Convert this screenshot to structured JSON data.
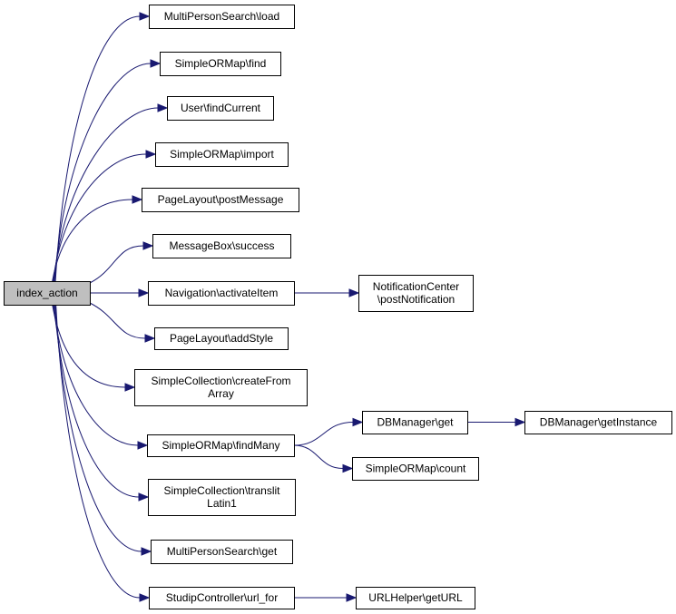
{
  "nodes": [
    {
      "id": "index_action",
      "lines": [
        "index_action"
      ],
      "root": true
    },
    {
      "id": "mps_load",
      "lines": [
        "MultiPersonSearch\\load"
      ]
    },
    {
      "id": "som_find",
      "lines": [
        "SimpleORMap\\find"
      ]
    },
    {
      "id": "user_findcurrent",
      "lines": [
        "User\\findCurrent"
      ]
    },
    {
      "id": "som_import",
      "lines": [
        "SimpleORMap\\import"
      ]
    },
    {
      "id": "pl_postmessage",
      "lines": [
        "PageLayout\\postMessage"
      ]
    },
    {
      "id": "mb_success",
      "lines": [
        "MessageBox\\success"
      ]
    },
    {
      "id": "nav_activateitem",
      "lines": [
        "Navigation\\activateItem"
      ]
    },
    {
      "id": "nc_postnotification",
      "lines": [
        "NotificationCenter",
        "\\postNotification"
      ]
    },
    {
      "id": "pl_addstyle",
      "lines": [
        "PageLayout\\addStyle"
      ]
    },
    {
      "id": "sc_createfromarray",
      "lines": [
        "SimpleCollection\\createFrom",
        "Array"
      ]
    },
    {
      "id": "som_findmany",
      "lines": [
        "SimpleORMap\\findMany"
      ]
    },
    {
      "id": "dbm_get",
      "lines": [
        "DBManager\\get"
      ]
    },
    {
      "id": "dbm_getinstance",
      "lines": [
        "DBManager\\getInstance"
      ]
    },
    {
      "id": "som_count",
      "lines": [
        "SimpleORMap\\count"
      ]
    },
    {
      "id": "sc_translitlatin1",
      "lines": [
        "SimpleCollection\\translit",
        "Latin1"
      ]
    },
    {
      "id": "mps_get",
      "lines": [
        "MultiPersonSearch\\get"
      ]
    },
    {
      "id": "sc_urlfor",
      "lines": [
        "StudipController\\url_for"
      ]
    },
    {
      "id": "urlh_geturl",
      "lines": [
        "URLHelper\\getURL"
      ]
    }
  ],
  "edges": [
    {
      "from": "index_action",
      "to": "mps_load"
    },
    {
      "from": "index_action",
      "to": "som_find"
    },
    {
      "from": "index_action",
      "to": "user_findcurrent"
    },
    {
      "from": "index_action",
      "to": "som_import"
    },
    {
      "from": "index_action",
      "to": "pl_postmessage"
    },
    {
      "from": "index_action",
      "to": "mb_success"
    },
    {
      "from": "index_action",
      "to": "nav_activateitem"
    },
    {
      "from": "index_action",
      "to": "pl_addstyle"
    },
    {
      "from": "index_action",
      "to": "sc_createfromarray"
    },
    {
      "from": "index_action",
      "to": "som_findmany"
    },
    {
      "from": "index_action",
      "to": "sc_translitlatin1"
    },
    {
      "from": "index_action",
      "to": "mps_get"
    },
    {
      "from": "index_action",
      "to": "sc_urlfor"
    },
    {
      "from": "nav_activateitem",
      "to": "nc_postnotification"
    },
    {
      "from": "som_findmany",
      "to": "dbm_get"
    },
    {
      "from": "som_findmany",
      "to": "som_count"
    },
    {
      "from": "dbm_get",
      "to": "dbm_getinstance"
    },
    {
      "from": "sc_urlfor",
      "to": "urlh_geturl"
    }
  ],
  "colors": {
    "edge": "#191970",
    "root_fill": "#bfbfbf",
    "node_fill": "#ffffff",
    "node_border": "#000000"
  }
}
